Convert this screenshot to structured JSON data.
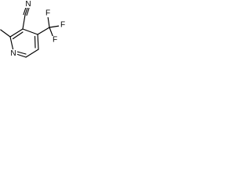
{
  "molecule": {
    "atom_labels": {
      "ring_nitrogen": "N",
      "nitrile_nitrogen": "N",
      "fluorine_1": "F",
      "fluorine_2": "F",
      "fluorine_3": "F"
    }
  },
  "colors": {
    "bond": "#000000",
    "text": "#000000",
    "background": "#ffffff"
  }
}
